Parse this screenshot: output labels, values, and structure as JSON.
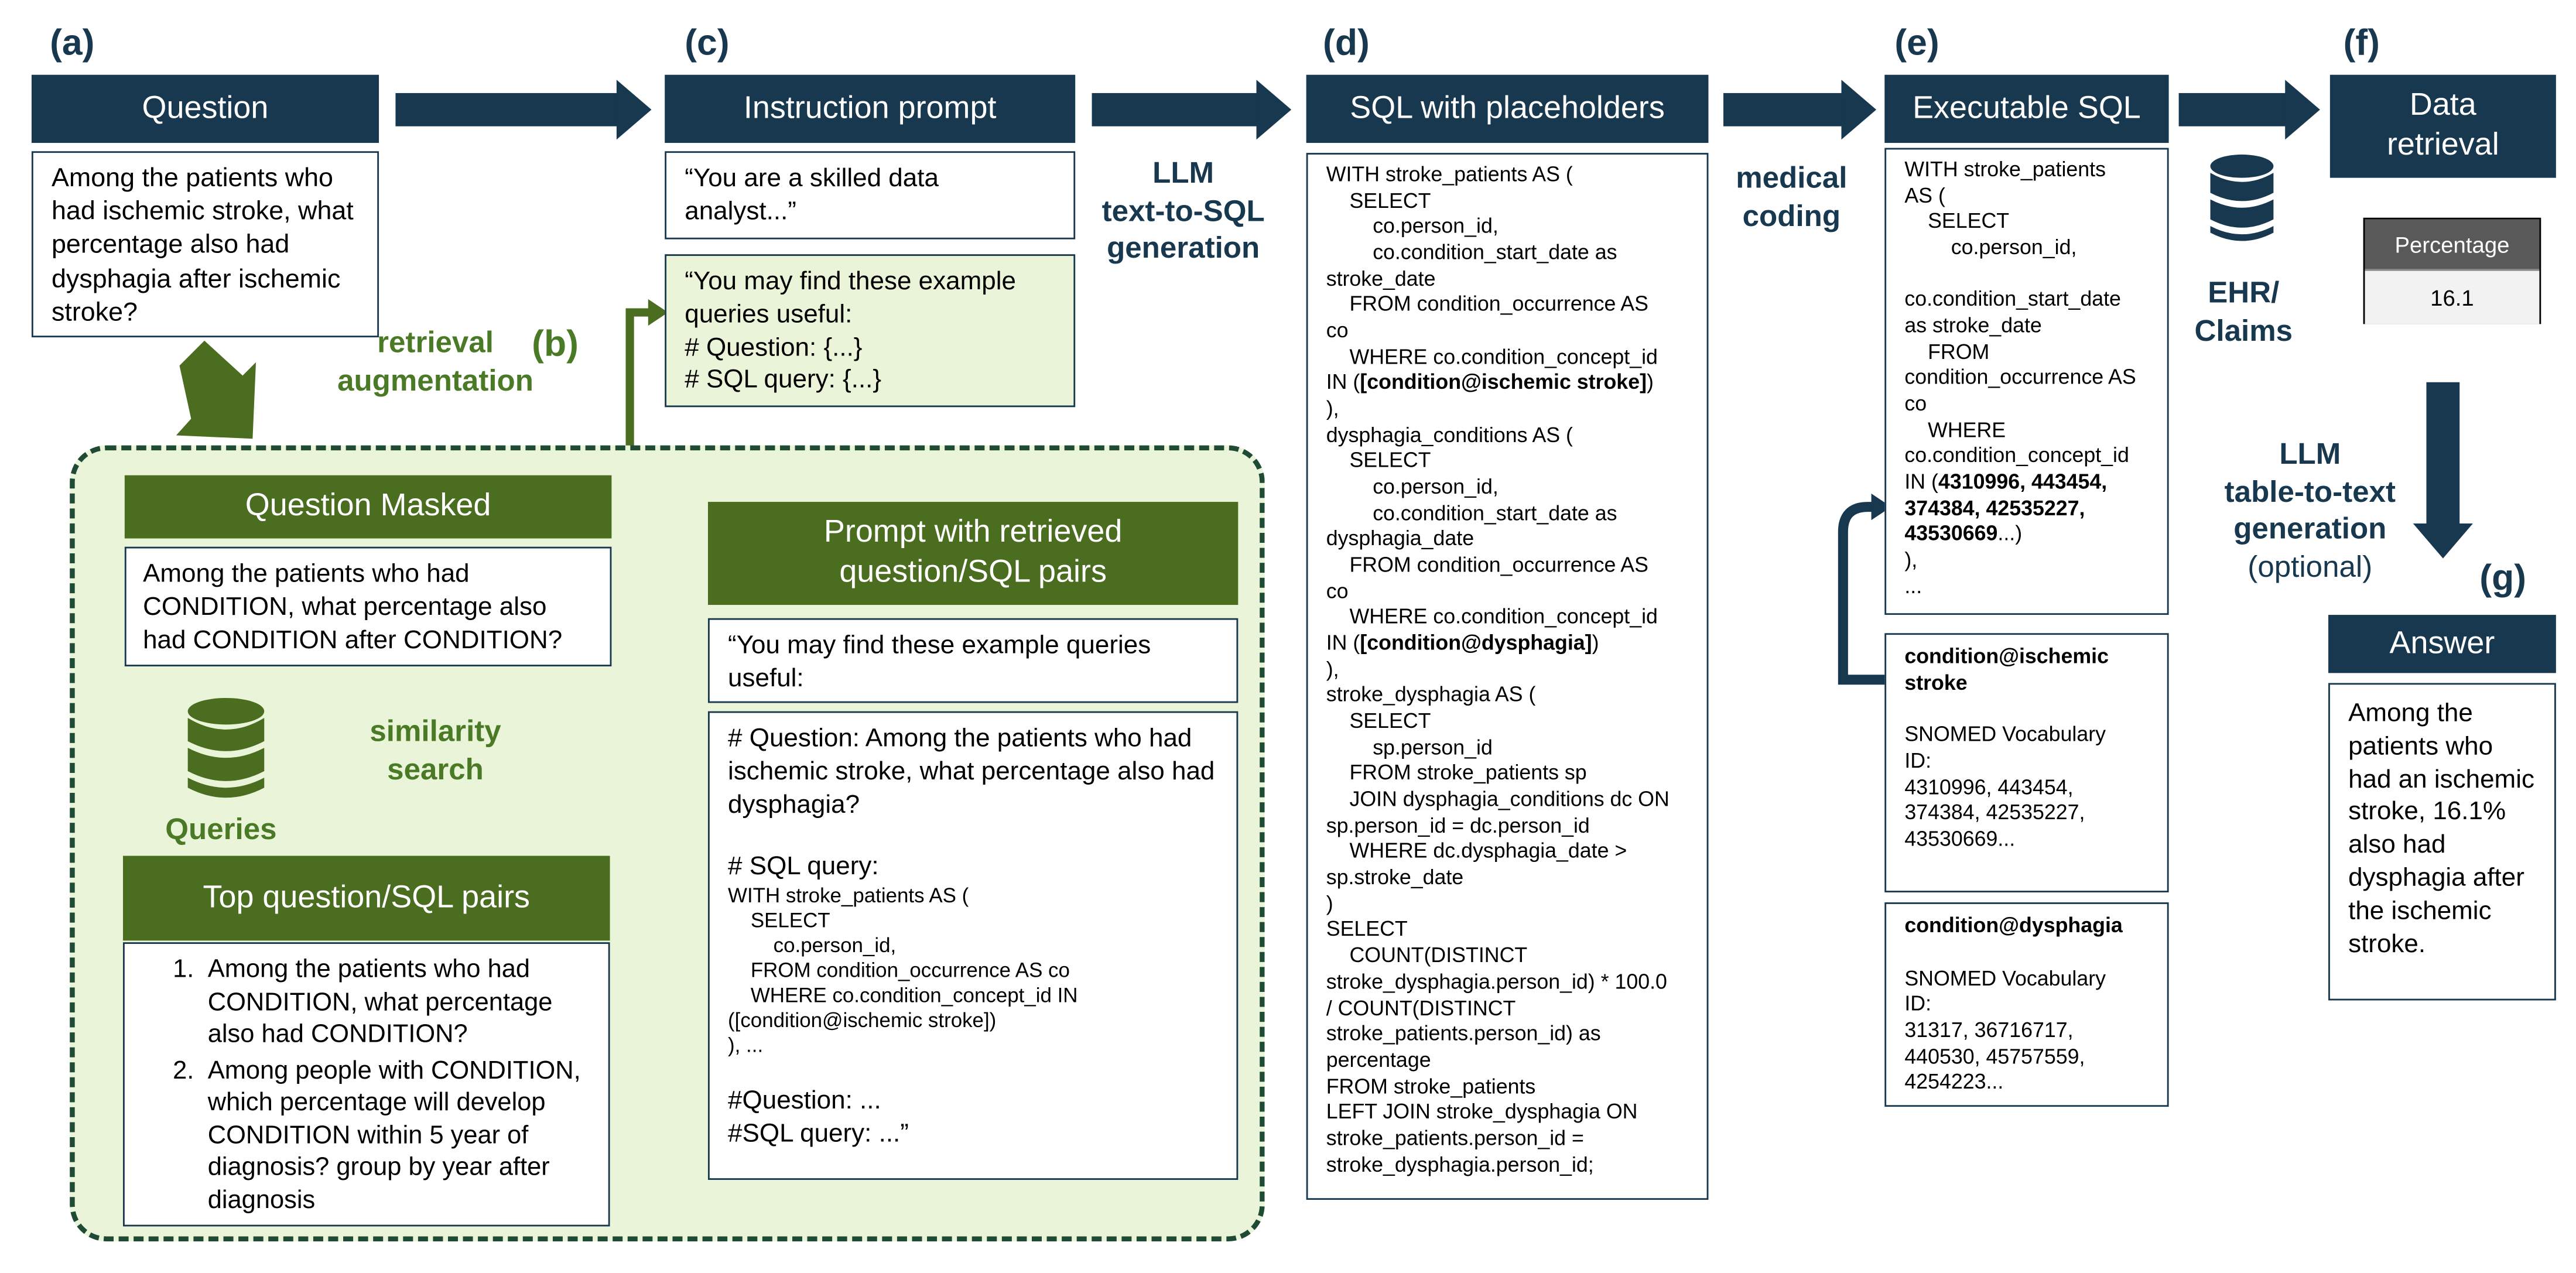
{
  "labels": {
    "a": "(a)",
    "b": "(b)",
    "c": "(c)",
    "d": "(d)",
    "e": "(e)",
    "f": "(f)",
    "g": "(g)"
  },
  "question": {
    "header": "Question",
    "text": "Among the patients who had ischemic stroke, what percentage also had dysphagia after ischemic stroke?"
  },
  "retrieval": {
    "label": "retrieval\naugmentation",
    "masked_header": "Question Masked",
    "masked_text": "Among the patients who had CONDITION, what percentage also had CONDITION after CONDITION?",
    "similarity_label": "similarity\nsearch",
    "db_label": "Queries",
    "top_header": "Top question/SQL pairs",
    "top_items": [
      "Among the patients who had CONDITION, what percentage also had CONDITION?",
      "Among people with CONDITION, which percentage will develop CONDITION within 5 year of diagnosis? group by year after diagnosis"
    ],
    "prompt_header": "Prompt with retrieved\nquestion/SQL pairs",
    "prompt_intro": "“You may find these example queries useful:",
    "prompt_question": "# Question: Among the patients who had ischemic stroke, what percentage also had dysphagia?",
    "prompt_sql_label": "# SQL query:",
    "prompt_sql": "WITH stroke_patients AS (\n    SELECT\n        co.person_id,\n    FROM condition_occurrence AS co\n    WHERE co.condition_concept_id IN\n([condition@ischemic stroke])\n), ...",
    "prompt_tail": "#Question: ...\n#SQL query: ...”"
  },
  "instruction": {
    "header": "Instruction prompt",
    "text1": "“You are a skilled data analyst...”",
    "text2": "“You may find these example queries useful:\n# Question: {...}\n# SQL query: {...}"
  },
  "llm_text_to_sql": "LLM\ntext-to-SQL\ngeneration",
  "sql_placeholders": {
    "header": "SQL with placeholders",
    "code_1": "WITH stroke_patients AS (\n    SELECT\n        co.person_id,\n        co.condition_start_date as\nstroke_date\n    FROM condition_occurrence AS\nco\n    WHERE co.condition_concept_id\nIN (",
    "ph_1": "[condition@ischemic stroke]",
    "code_2": ")\n),\ndysphagia_conditions AS (\n    SELECT\n        co.person_id,\n        co.condition_start_date as\ndysphagia_date\n    FROM condition_occurrence AS\nco\n    WHERE co.condition_concept_id\nIN (",
    "ph_2": "[condition@dysphagia]",
    "code_3": ")\n),\nstroke_dysphagia AS (\n    SELECT\n        sp.person_id\n    FROM stroke_patients sp\n    JOIN dysphagia_conditions dc ON\nsp.person_id = dc.person_id\n    WHERE dc.dysphagia_date >\nsp.stroke_date\n)\nSELECT\n    COUNT(DISTINCT\nstroke_dysphagia.person_id) * 100.0\n/ COUNT(DISTINCT\nstroke_patients.person_id) as\npercentage\nFROM stroke_patients\nLEFT JOIN stroke_dysphagia ON\nstroke_patients.person_id =\nstroke_dysphagia.person_id;"
  },
  "medical_coding": "medical\ncoding",
  "executable_sql": {
    "header": "Executable SQL",
    "code_1": "WITH stroke_patients\nAS (\n    SELECT\n        co.person_id,\n\nco.condition_start_date\nas stroke_date\n    FROM\ncondition_occurrence AS\nco\n    WHERE\nco.condition_concept_id\nIN (",
    "ids": "4310996, 443454,\n374384, 42535227,\n43530669",
    "code_2": "...)\n),\n..."
  },
  "coding_ischemic": {
    "title": "condition@ischemic\nstroke",
    "text": "SNOMED Vocabulary\nID:\n4310996, 443454,\n374384, 42535227,\n43530669..."
  },
  "coding_dysphagia": {
    "title": "condition@dysphagia",
    "text": "SNOMED Vocabulary\nID:\n31317, 36716717,\n440530, 45757559,\n4254223..."
  },
  "ehr": {
    "label": "EHR/\nClaims"
  },
  "data_retrieval": {
    "header": "Data\nretrieval",
    "table_header": "Percentage",
    "table_value": "16.1"
  },
  "llm_table_to_text": {
    "title": "LLM\ntable-to-text\ngeneration",
    "optional": "(optional)"
  },
  "answer": {
    "header": "Answer",
    "text": "Among the patients who had an ischemic stroke, 16.1% also had dysphagia after the ischemic stroke."
  },
  "colors": {
    "navy": "#17384f",
    "green": "#4a6d1f",
    "light_green": "#eaf4d8"
  }
}
